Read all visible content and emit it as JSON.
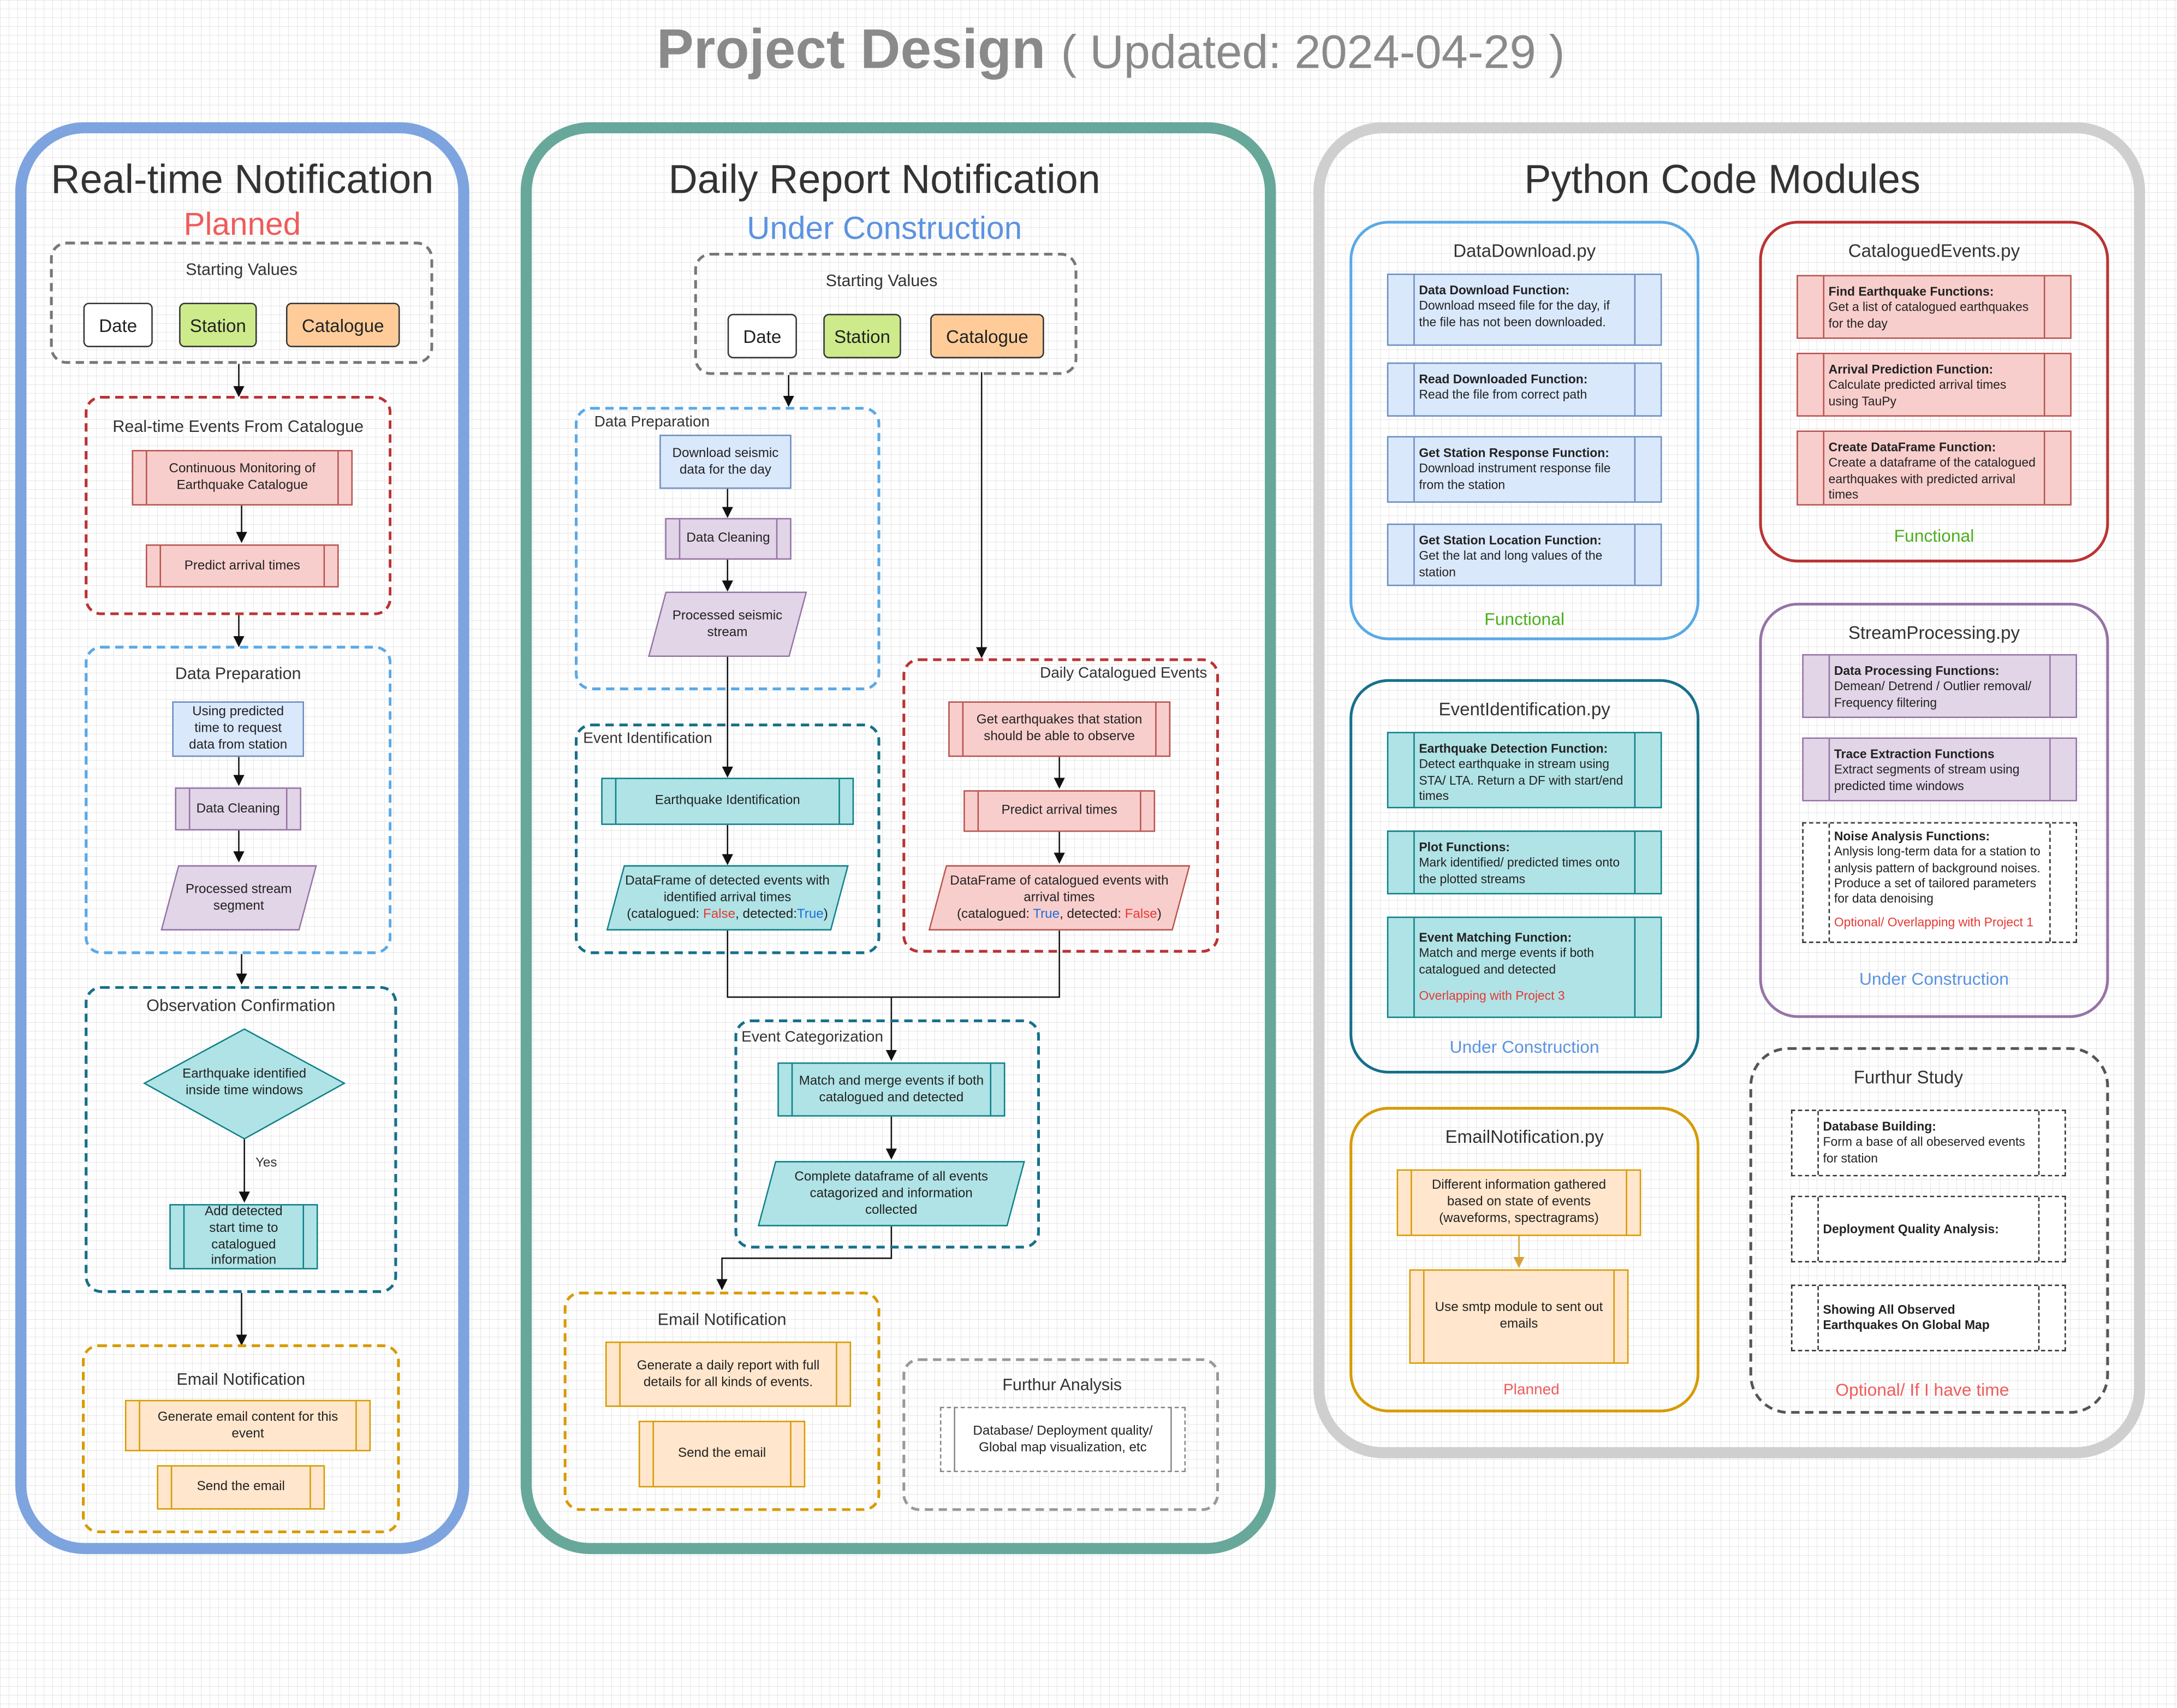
{
  "header": {
    "title": "Project Design",
    "updated": "( Updated: 2024-04-29 )"
  },
  "colors": {
    "realtime_border": "#7da4de",
    "daily_border": "#67a89a",
    "python_border": "#cfcfcf",
    "planned": "#ef5b5b",
    "under_construction": "#5b93e0",
    "functional": "#4caf1f"
  },
  "realtime": {
    "title": "Real-time Notification",
    "status": "Planned",
    "starting": {
      "label": "Starting Values",
      "date": "Date",
      "station": "Station",
      "catalogue": "Catalogue"
    },
    "events": {
      "label": "Real-time Events From Catalogue",
      "monitor": "Continuous Monitoring of Earthquake Catalogue",
      "predict": "Predict arrival times"
    },
    "prep": {
      "label": "Data Preparation",
      "request": "Using predicted time to request data from station",
      "cleaning": "Data Cleaning",
      "segment": "Processed stream segment"
    },
    "confirm": {
      "label": "Observation Confirmation",
      "decision": "Earthquake identified inside time windows",
      "yes": "Yes",
      "add": "Add detected start time to catalogued information"
    },
    "email": {
      "label": "Email Notification",
      "generate": "Generate email content for this event",
      "send": "Send the email"
    }
  },
  "daily": {
    "title": "Daily Report Notification",
    "status": "Under Construction",
    "starting": {
      "label": "Starting Values",
      "date": "Date",
      "station": "Station",
      "catalogue": "Catalogue"
    },
    "prep": {
      "label": "Data Preparation",
      "download": "Download seismic data for the day",
      "cleaning": "Data Cleaning",
      "stream": "Processed seismic stream"
    },
    "catalogued": {
      "label": "Daily Catalogued Events",
      "get": "Get earthquakes that station should be able to observe",
      "predict": "Predict arrival times",
      "df_text": "DataFrame of catalogued events with arrival times",
      "df_pre": "(catalogued: ",
      "df_true": "True",
      "df_mid": ", detected: ",
      "df_false": "False",
      "df_post": ")"
    },
    "ident": {
      "label": "Event Identification",
      "eq": "Earthquake Identification",
      "df_text": "DataFrame of detected events with identified arrival times",
      "df_pre": "(catalogued: ",
      "df_false": "False",
      "df_mid": ", detected:",
      "df_true": "True",
      "df_post": ")"
    },
    "categ": {
      "label": "Event Categorization",
      "match": "Match and merge events if both catalogued and detected",
      "complete": "Complete dataframe of all events catagorized and information collected"
    },
    "email": {
      "label": "Email Notification",
      "generate": "Generate a daily report with full details for all kinds of events.",
      "send": "Send the email"
    },
    "further": {
      "label": "Furthur Analysis",
      "text": "Database/ Deployment quality/ Global map visualization, etc"
    }
  },
  "python": {
    "title": "Python Code Modules",
    "datadownload": {
      "title": "DataDownload.py",
      "status": "Functional",
      "f1_t": "Data Download Function:",
      "f1_d": "Download mseed file for the day, if the file has not been downloaded.",
      "f2_t": "Read Downloaded Function:",
      "f2_d": "Read the file from correct path",
      "f3_t": "Get Station Response Function:",
      "f3_d": "Download instrument response file from the station",
      "f4_t": "Get Station Location Function:",
      "f4_d": "Get the lat and long values of the station"
    },
    "catalogued": {
      "title": "CataloguedEvents.py",
      "status": "Functional",
      "f1_t": "Find Earthquake Functions:",
      "f1_d": "Get a list of catalogued earthquakes for the day",
      "f2_t": "Arrival Prediction Function:",
      "f2_d": "Calculate predicted arrival times using TauPy",
      "f3_t": "Create DataFrame Function:",
      "f3_d": "Create a dataframe of the catalogued earthquakes with predicted arrival times"
    },
    "eventid": {
      "title": "EventIdentification.py",
      "status": "Under Construction",
      "f1_t": "Earthquake Detection Function:",
      "f1_d": "Detect earthquake in stream using STA/ LTA. Return a DF with start/end times",
      "f2_t": "Plot Functions:",
      "f2_d": "Mark identified/ predicted times onto the plotted streams",
      "f3_t": "Event Matching Function:",
      "f3_d": "Match and merge events if both catalogued and detected",
      "f3_n": "Overlapping with Project 3"
    },
    "stream": {
      "title": "StreamProcessing.py",
      "status": "Under Construction",
      "f1_t": "Data Processing Functions:",
      "f1_d": "Demean/ Detrend / Outlier removal/ Frequency filtering",
      "f2_t": "Trace Extraction Functions",
      "f2_d": "Extract segments of stream using predicted time windows",
      "f3_t": "Noise Analysis Functions:",
      "f3_d": "Anlysis long-term data for a station to anlysis pattern of background noises. Produce a set of tailored parameters for data denoising",
      "f3_n": "Optional/ Overlapping with Project 1"
    },
    "email": {
      "title": "EmailNotification.py",
      "status": "Planned",
      "f1": "Different information gathered based on state of events (waveforms, spectragrams)",
      "f2": "Use smtp module to sent out emails"
    },
    "further": {
      "title": "Furthur Study",
      "status": "Optional/ If I have time",
      "f1_t": "Database Building:",
      "f1_d": "Form a base of all obeserved events for station",
      "f2_t": "Deployment Quality Analysis:",
      "f3_t": "Showing All Observed Earthquakes On Global Map"
    }
  }
}
